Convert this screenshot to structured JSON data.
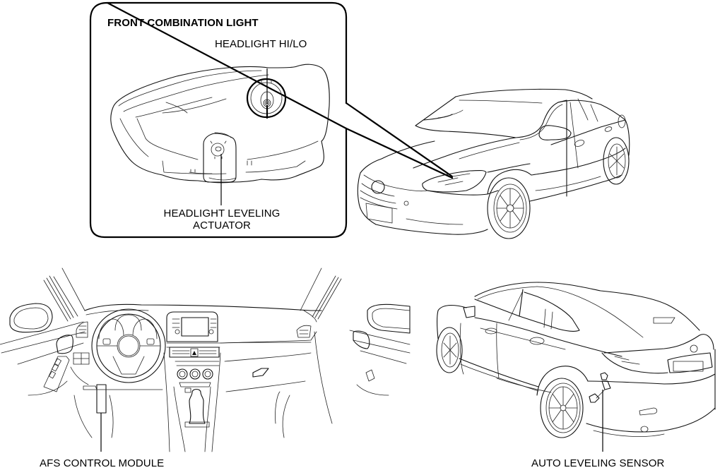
{
  "diagram": {
    "title": "Headlight auto leveling system component locations",
    "line_color": "#000000",
    "background_color": "#ffffff",
    "callout_box": {
      "title": "FRONT COMBINATION LIGHT",
      "labels": {
        "headlight_hi_lo": "HEADLIGHT HI/LO",
        "leveling_actuator_line1": "HEADLIGHT LEVELING",
        "leveling_actuator_line2": "ACTUATOR"
      }
    },
    "views": {
      "front_exterior": "Front three-quarter view of vehicle",
      "interior_dashboard": "Interior view of dashboard",
      "rear_exterior": "Rear three-quarter view of vehicle"
    },
    "labels": {
      "afs_control_module": "AFS CONTROL MODULE",
      "auto_leveling_sensor": "AUTO LEVELING SENSOR"
    }
  }
}
